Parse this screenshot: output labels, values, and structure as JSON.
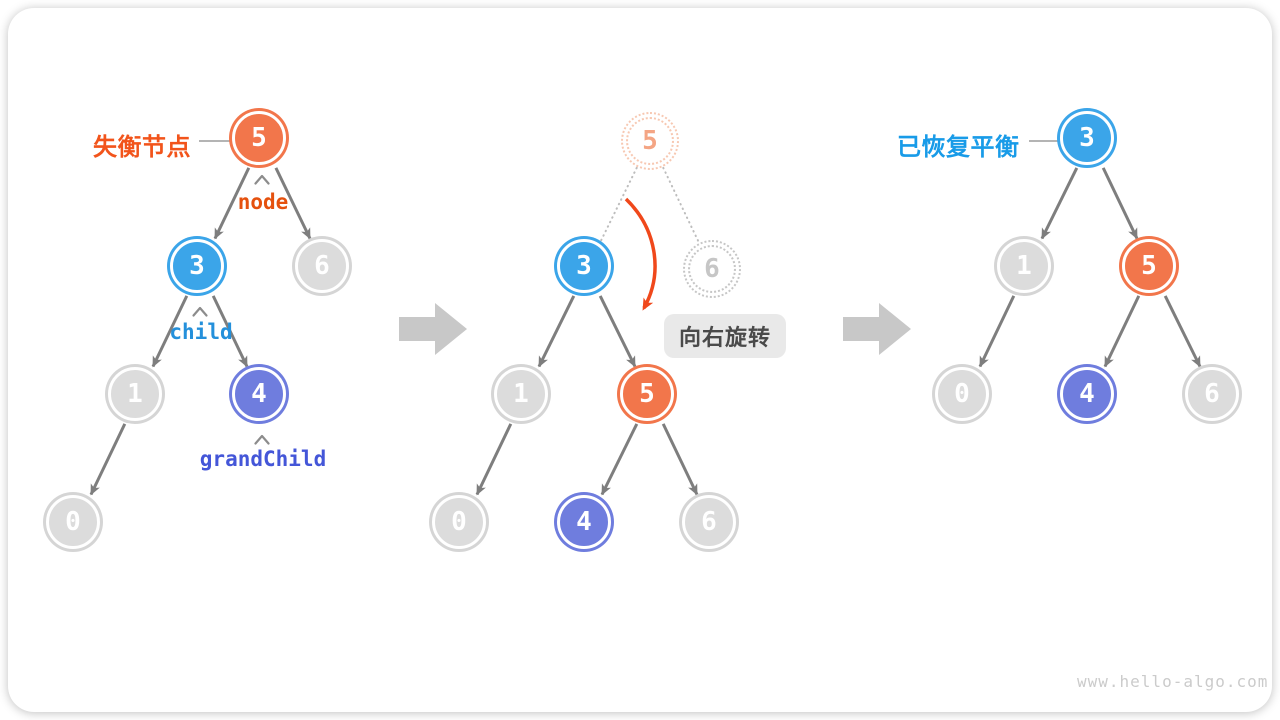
{
  "watermark": "www.hello-algo.com",
  "rotation": {
    "label": "向右旋转"
  },
  "annotations": {
    "unbalanced": "失衡节点",
    "rebalanced": "已恢复平衡",
    "node_ref": "node",
    "child_ref": "child",
    "grandchild_ref": "grandChild"
  },
  "colors": {
    "node_orange": "#F2764B",
    "node_blue": "#3BA5E9",
    "node_indigo": "#6F7DDE",
    "node_gray": "#DCDCDC",
    "edge_gray": "#7E7E7E",
    "rotate_arrow_orange": "#F0481B",
    "label_orange": "#F2541B",
    "label_blue": "#189BE8",
    "label_indigo": "#4456D8"
  },
  "trees": {
    "before": {
      "nodes": {
        "n5": "5",
        "n3": "3",
        "n6": "6",
        "n1": "1",
        "n4": "4",
        "n0": "0"
      }
    },
    "during": {
      "nodes": {
        "ghost5": "5",
        "n3": "3",
        "ghost6": "6",
        "n1": "1",
        "n5": "5",
        "n0": "0",
        "n4": "4",
        "n6": "6"
      }
    },
    "after": {
      "nodes": {
        "n3": "3",
        "n1": "1",
        "n5": "5",
        "n0": "0",
        "n4": "4",
        "n6": "6"
      }
    }
  }
}
